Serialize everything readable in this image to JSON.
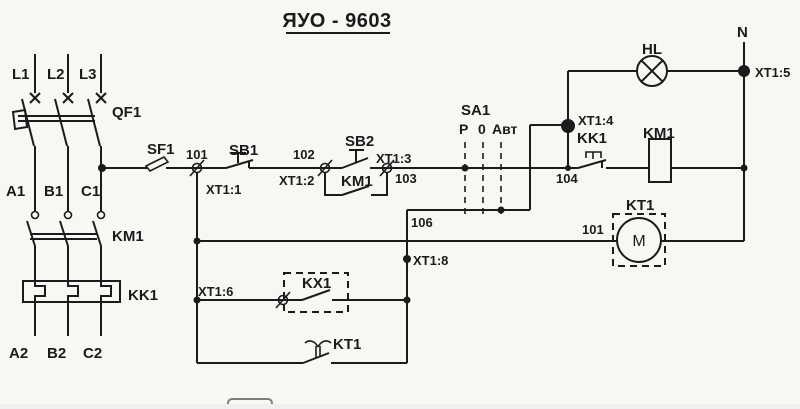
{
  "title": "ЯУО - 9603",
  "colors": {
    "line": "#1b1b1b",
    "background": "#f7f7f4"
  },
  "power": {
    "phase_in": [
      "L1",
      "L2",
      "L3"
    ],
    "breaker": "QF1",
    "mid_labels": [
      "A1",
      "B1",
      "C1"
    ],
    "contactor": "KM1",
    "thermal_relay": "KK1",
    "phase_out": [
      "A2",
      "B2",
      "C2"
    ]
  },
  "control": {
    "sf1_switch": "SF1",
    "wire_101": "101",
    "terminal_xt1_1": "XT1:1",
    "stop_button": "SB1",
    "wire_102": "102",
    "terminal_xt1_2": "XT1:2",
    "start_button": "SB2",
    "terminal_xt1_3": "XT1:3",
    "wire_103": "103",
    "km1_aux_contact": "KM1",
    "selector": "SA1",
    "positions": [
      "Р",
      "0",
      "Авт"
    ],
    "wire_104": "104",
    "terminal_xt1_4": "XT1:4",
    "kk1_contact": "KK1",
    "km1_coil": "KM1",
    "lamp": "HL",
    "neutral": "N",
    "terminal_xt1_5": "XT1:5",
    "wire_106": "106",
    "terminal_xt1_8": "XT1:8",
    "terminal_xt1_6": "XT1:6",
    "kx1_contact": "KX1",
    "kt1_contact": "KT1",
    "kt1_motor": "KT1",
    "wire_101_motor": "101",
    "motor_letter": "M"
  }
}
